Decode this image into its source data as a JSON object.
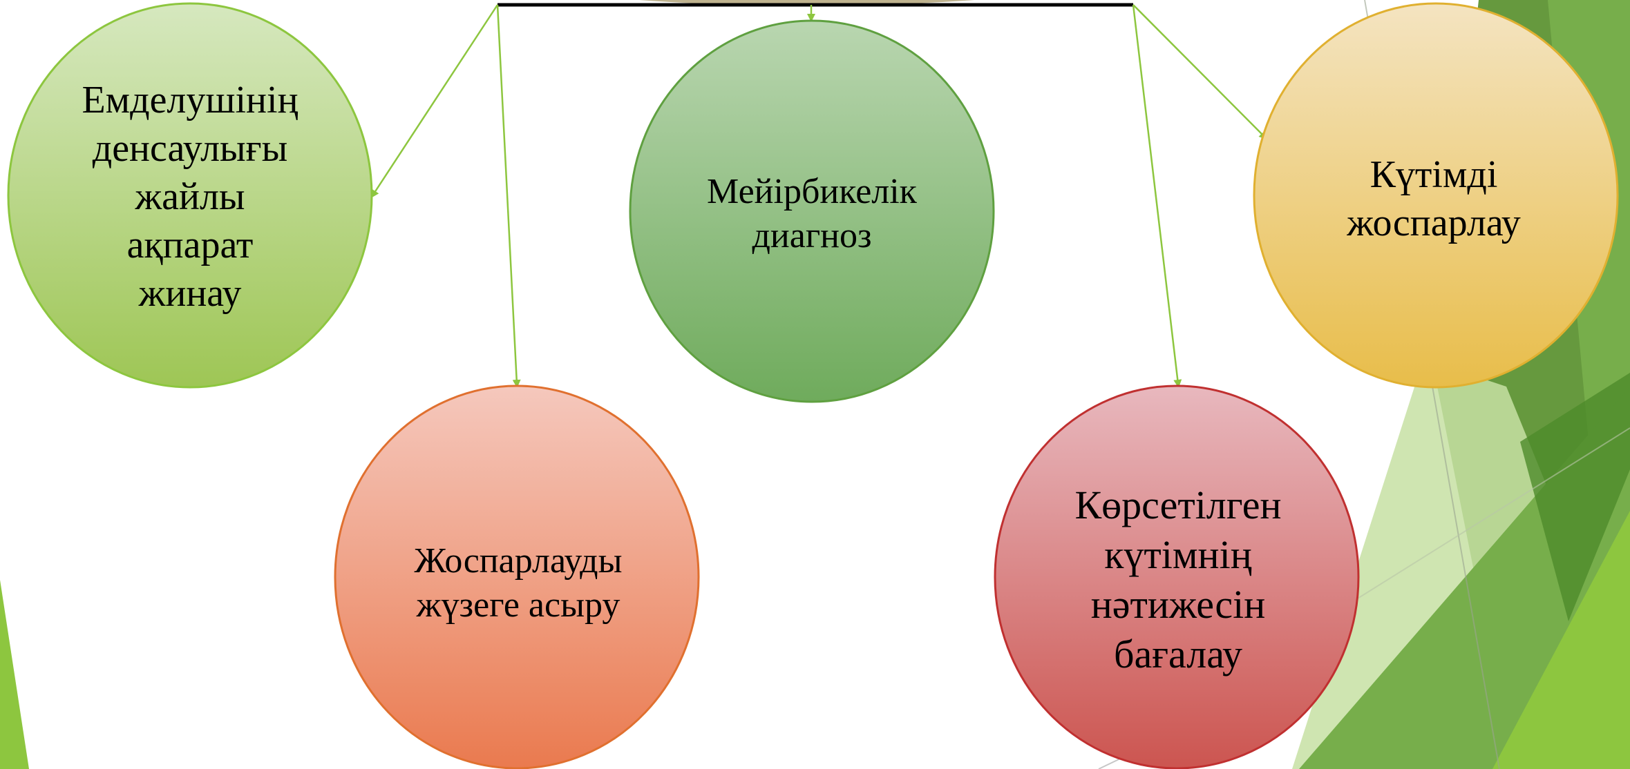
{
  "diagram": {
    "nodes": {
      "assessment": {
        "label": "Емделушінің\nденсаулығы\nжайлы\nақпарат\nжинау",
        "fill_top": "#d6e8bf",
        "fill_bottom": "#9ec655",
        "stroke": "#8dc63f"
      },
      "diagnosis": {
        "label": "Мейірбикелік\nдиагноз",
        "fill_top": "#b9d6b0",
        "fill_bottom": "#6fab5c",
        "stroke": "#5fa040"
      },
      "planning": {
        "label": "Күтімді\nжоспарлау",
        "fill_top": "#f4e4c1",
        "fill_bottom": "#e8bd4a",
        "stroke": "#e0b030"
      },
      "implement": {
        "label": "Жоспарлауды\nжүзеге асыру",
        "fill_top": "#f5c8bd",
        "fill_bottom": "#ea7a4f",
        "stroke": "#e0702f"
      },
      "evaluation": {
        "label": "Көрсетілген\nкүтімнің\nнәтижесін\nбағалау",
        "fill_top": "#e8b8be",
        "fill_bottom": "#cc5550",
        "stroke": "#c03030"
      }
    },
    "connector_color": "#8dc63f",
    "bar_color": "#000000",
    "decoration_greens": [
      "#5e9434",
      "#77ae4b",
      "#8dc63f",
      "#c7e0a3",
      "#4e8b2a"
    ]
  }
}
